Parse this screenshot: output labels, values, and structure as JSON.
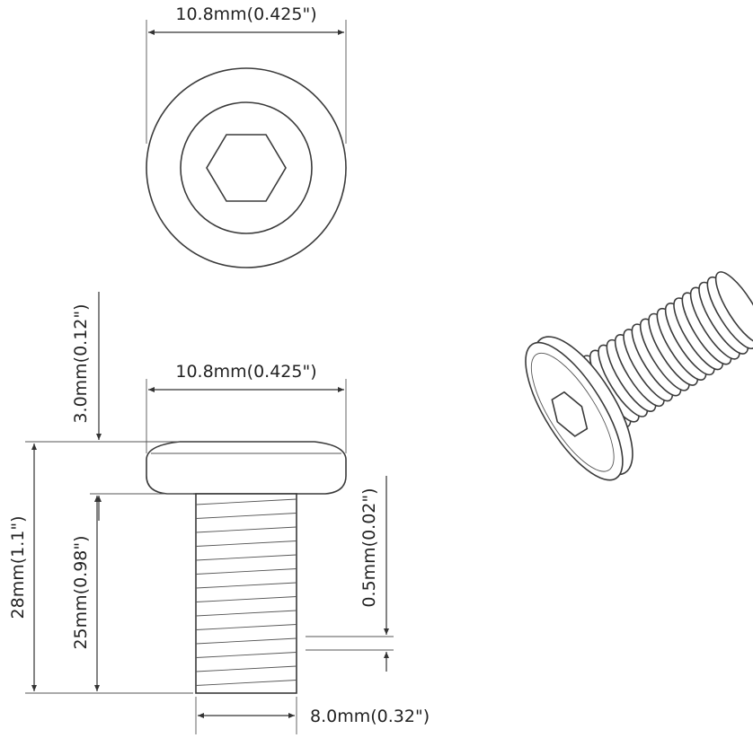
{
  "dimensions": {
    "top_view_width": "10.8mm(0.425\")",
    "side_head_width": "10.8mm(0.425\")",
    "head_height": "3.0mm(0.12\")",
    "total_length": "28mm(1.1\")",
    "thread_length": "25mm(0.98\")",
    "thread_pitch": "0.5mm(0.02\")",
    "thread_diameter": "8.0mm(0.32\")"
  },
  "colors": {
    "line": "#333333",
    "background": "#ffffff"
  }
}
